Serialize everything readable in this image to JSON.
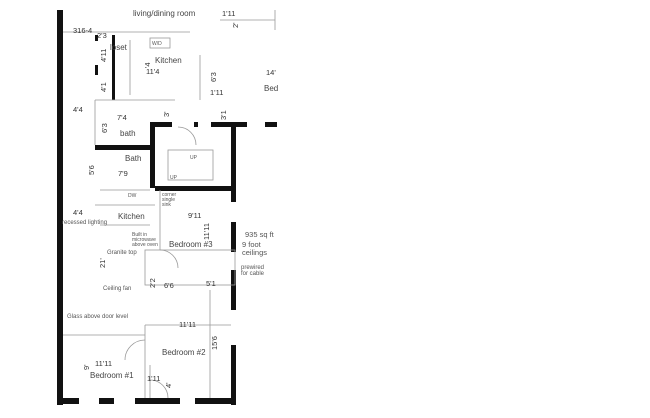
{
  "plan": {
    "rooms": {
      "living_dining": "living/dining room",
      "closet": "loset",
      "kitchen_top": "Kitchen",
      "bed_top": "Bed",
      "bath1": "bath",
      "bath2": "Bath",
      "kitchen": "Kitchen",
      "bedroom3": "Bedroom #3",
      "bedroom2": "Bedroom #2",
      "bedroom1": "Bedroom #1"
    },
    "dimensions": {
      "d316": "316-4",
      "d2_3": "2'3",
      "d4_11": "4'11",
      "d11_4": "11'4",
      "d4": "'4",
      "d4_1": "4'1",
      "d4_4a": "4'4",
      "d6_3a": "6'3",
      "d7_4": "7'4",
      "d3": "3'",
      "d1_11a": "1'11",
      "d2": "2'",
      "d6_3b": "6'3",
      "d1_11b": "1'11",
      "d14": "14'",
      "d3_1": "3'1",
      "d5_6": "5'6",
      "d7_9": "7'9",
      "d4_4b": "4'4",
      "d9_11": "9'11",
      "d11_11a": "11'11",
      "d21": "21'",
      "d2_2": "2'2",
      "d6_6": "6'6",
      "d5_1": "5'1",
      "d11_11b": "11'11",
      "d15_6": "15'6",
      "d9": "9'",
      "d11_11c": "11'11",
      "d1_11c": "1'11",
      "d4b": "4'"
    },
    "notes": {
      "recessed": "recessed lighting",
      "microwave": "Built in microwave above oven",
      "granite": "Granite top",
      "sink": "corner single sink",
      "ceiling_fan": "Ceiling fan",
      "glass": "Glass above door level",
      "sqft": "935 sq ft",
      "ceilings": "9 foot ceilings",
      "prewired": "prewired for cable",
      "up": "UP",
      "wd": "W/D",
      "dw": "DW"
    }
  }
}
